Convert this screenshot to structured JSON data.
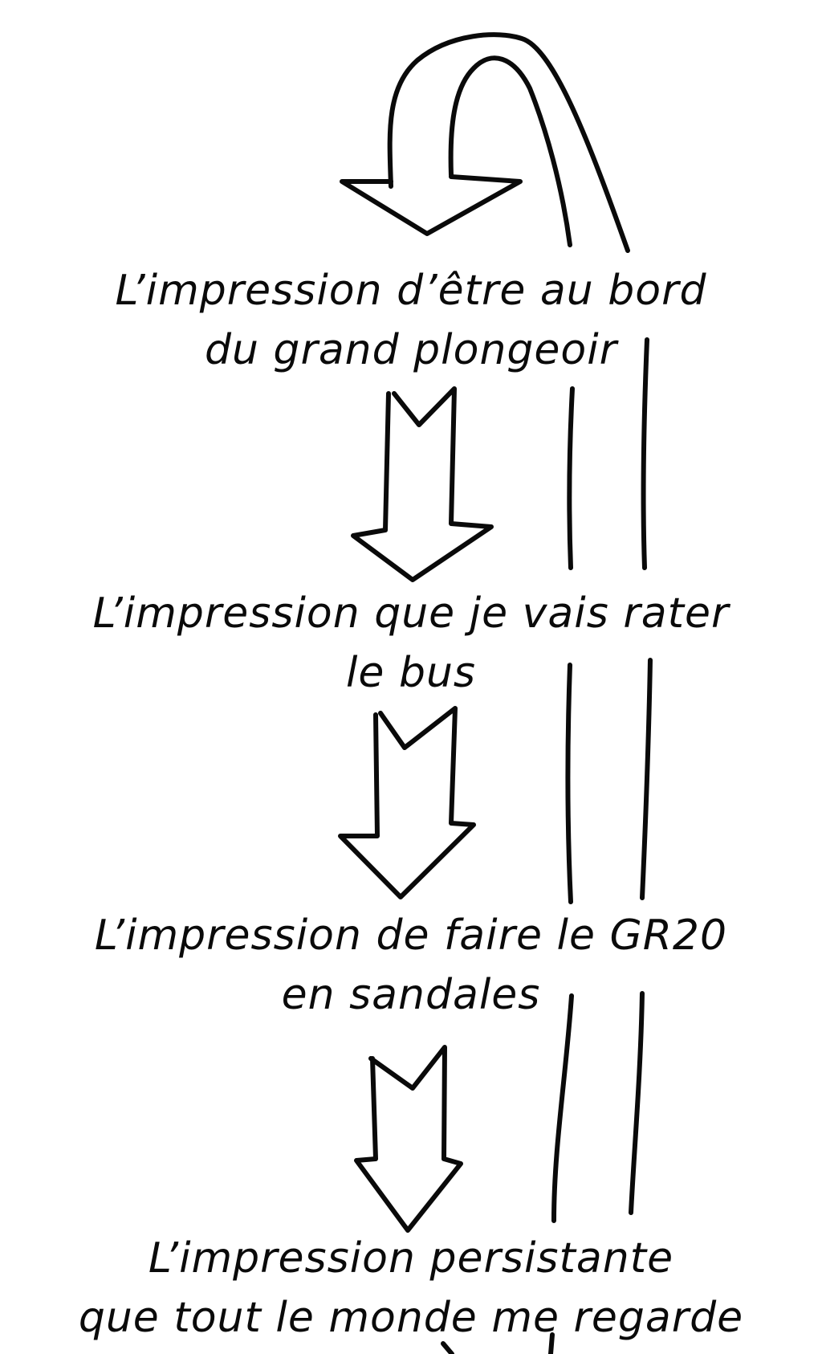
{
  "colors": {
    "ink": "#0a0a0a",
    "background": "#ffffff"
  },
  "steps": [
    {
      "line1": "L’impression d’être au bord",
      "line2": "du grand plongeoir"
    },
    {
      "line1": "L’impression que je vais rater",
      "line2": "le bus"
    },
    {
      "line1": "L’impression de faire le GR20",
      "line2": "en sandales"
    },
    {
      "line1": "L’impression persistante",
      "line2": "que tout le monde me regarde"
    }
  ]
}
